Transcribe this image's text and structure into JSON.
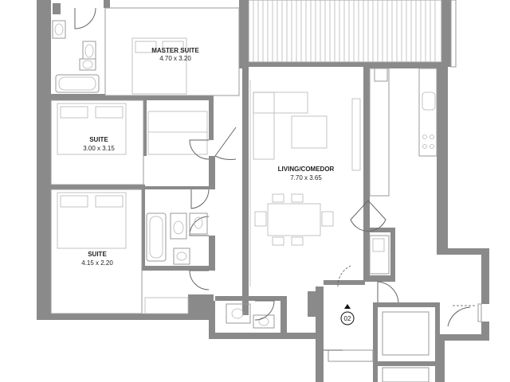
{
  "rooms": {
    "master_suite": {
      "name": "MASTER SUITE",
      "dims": "4.70 x 3.20"
    },
    "suite_1": {
      "name": "SUITE",
      "dims": "3.00 x 3.15"
    },
    "suite_2": {
      "name": "SUITE",
      "dims": "4.15 x 2.20"
    },
    "living": {
      "name": "LIVING/COMEDOR",
      "dims": "7.70 x 3.65"
    }
  },
  "unit_marker": {
    "number": "02"
  },
  "colors": {
    "wall": "#8a8a8a",
    "line": "#9a9a9a",
    "furniture": "#b5b5b5",
    "text": "#222222"
  }
}
